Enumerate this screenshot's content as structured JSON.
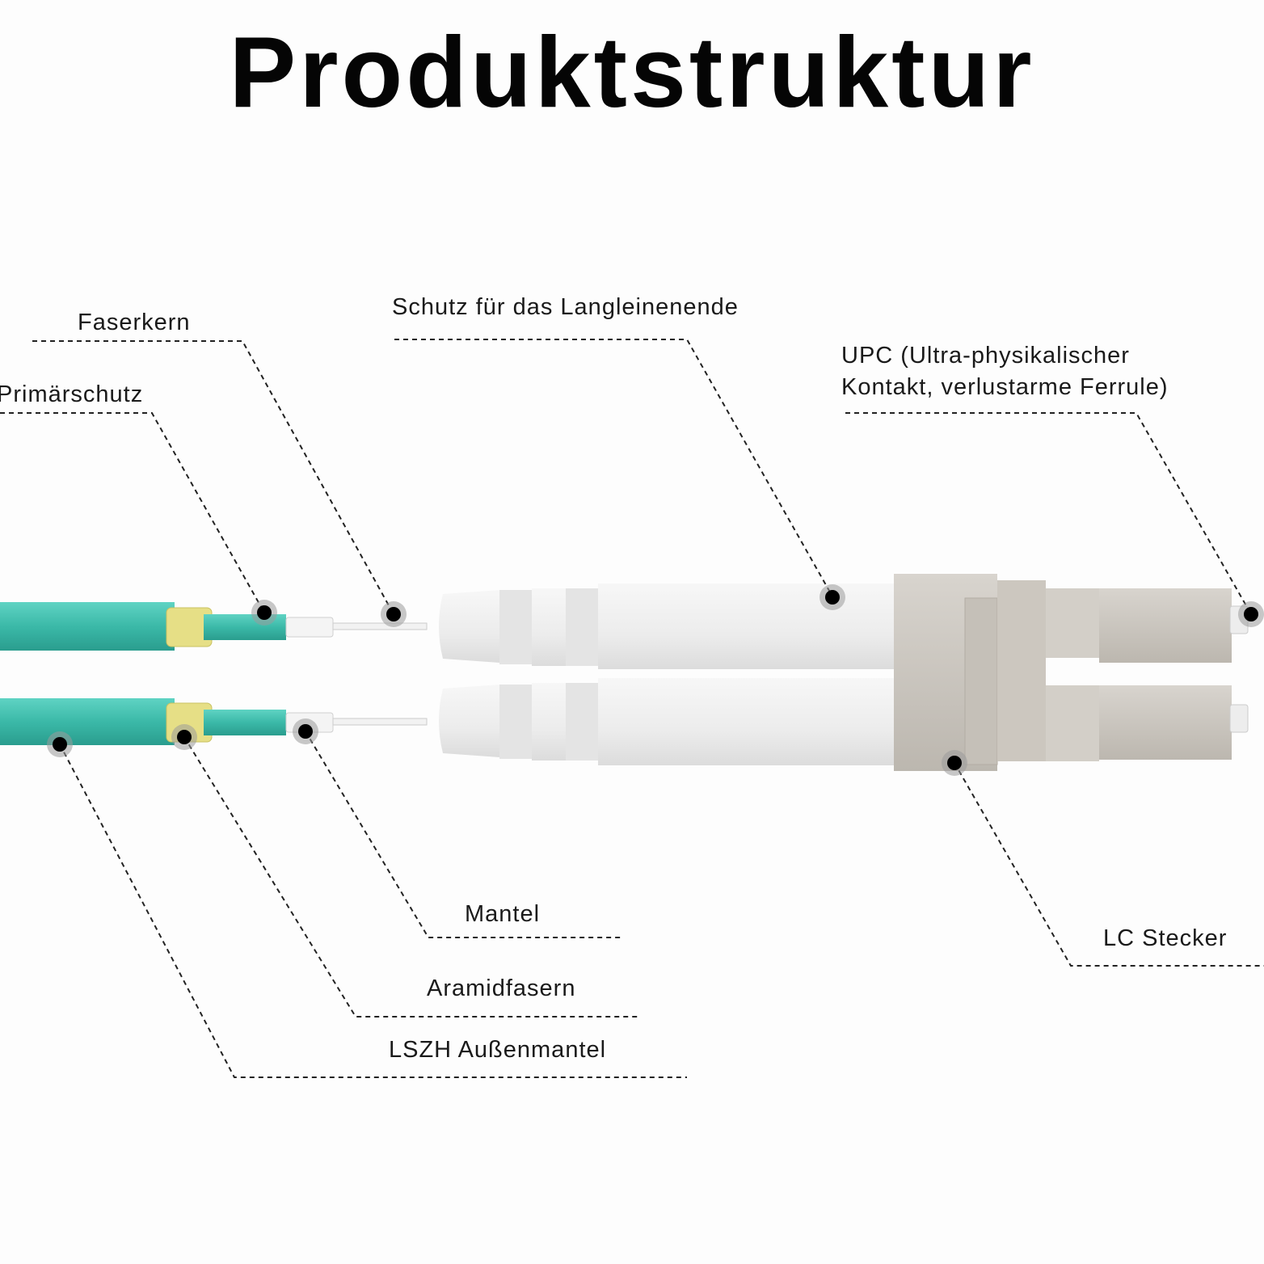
{
  "title": "Produktstruktur",
  "labels": {
    "faserkern": "Faserkern",
    "primarschutz": "Primärschutz",
    "schutz": "Schutz für das Langleinenende",
    "upc_line1": "UPC (Ultra-physikalischer",
    "upc_line2": "Kontakt, verlustarme Ferrule)",
    "mantel": "Mantel",
    "aramid": "Aramidfasern",
    "lszh": "LSZH Außenmantel",
    "lc": "LC Stecker"
  },
  "colors": {
    "cable": "#3fbfae",
    "aramid": "#e8e28a",
    "boot": "#eeeeee",
    "housing": "#cdc9c2",
    "leader": "#222222"
  }
}
